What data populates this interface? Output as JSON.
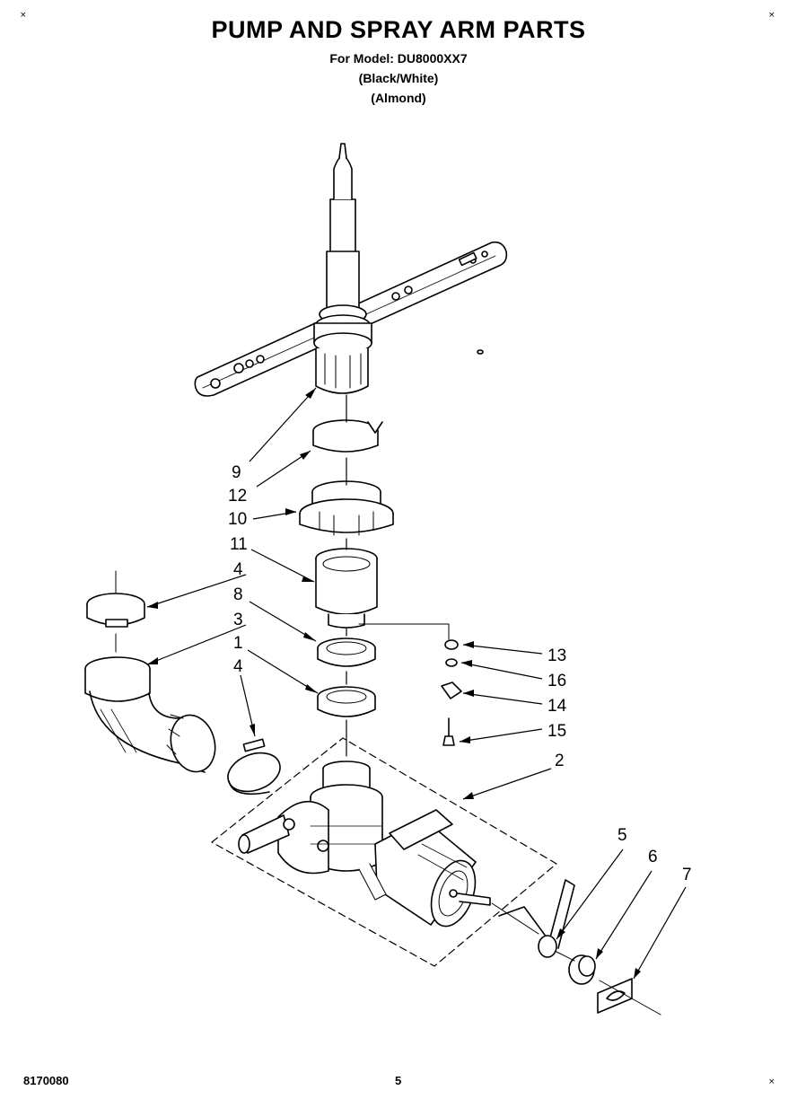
{
  "header": {
    "title": "PUMP AND SPRAY ARM PARTS",
    "model_line": "For Model: DU8000XX7",
    "variant_1": "(Black/White)",
    "variant_2": "(Almond)"
  },
  "footer": {
    "doc_number": "8170080",
    "page_number": "5"
  },
  "corner_marks": [
    "×",
    "×",
    "×"
  ],
  "callouts": {
    "c9": "9",
    "c12": "12",
    "c10": "10",
    "c11": "11",
    "c4a": "4",
    "c8": "8",
    "c3": "3",
    "c1": "1",
    "c4b": "4",
    "c13": "13",
    "c16": "16",
    "c14": "14",
    "c15": "15",
    "c2": "2",
    "c5": "5",
    "c6": "6",
    "c7": "7"
  }
}
